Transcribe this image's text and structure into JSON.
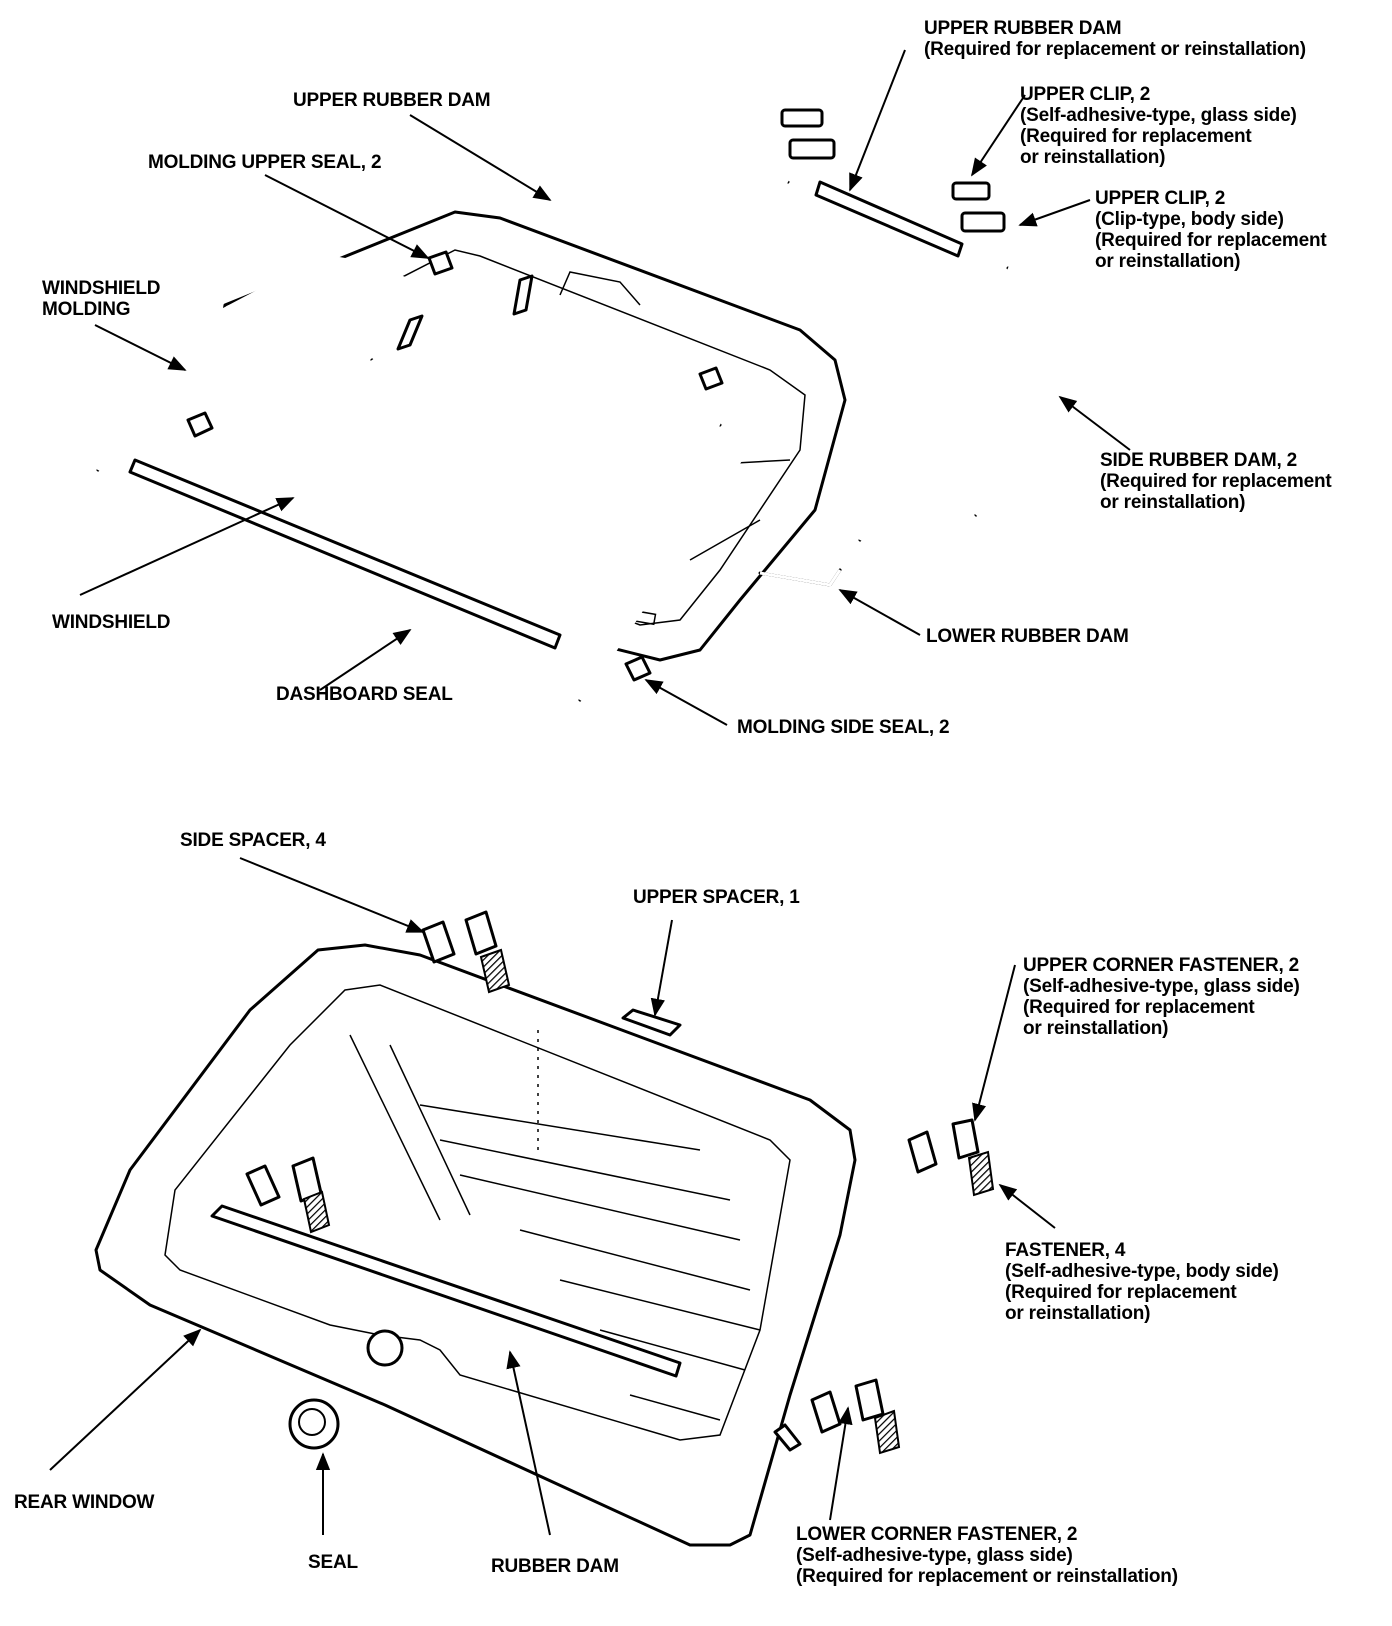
{
  "labels": {
    "upper_rubber_dam_top": [
      "UPPER RUBBER DAM",
      "(Required for replacement or reinstallation)"
    ],
    "upper_clip_glass": [
      "UPPER CLIP, 2",
      "(Self-adhesive-type, glass side)",
      "(Required for replacement",
      "or reinstallation)"
    ],
    "upper_clip_body": [
      "UPPER CLIP, 2",
      "(Clip-type, body side)",
      "(Required for replacement",
      "or reinstallation)"
    ],
    "upper_rubber_dam": [
      "UPPER RUBBER DAM"
    ],
    "molding_upper_seal": [
      "MOLDING UPPER SEAL, 2"
    ],
    "windshield_molding": [
      "WINDSHIELD",
      "MOLDING"
    ],
    "side_rubber_dam": [
      "SIDE RUBBER DAM, 2",
      "(Required for replacement",
      "or reinstallation)"
    ],
    "windshield": [
      "WINDSHIELD"
    ],
    "lower_rubber_dam": [
      "LOWER RUBBER DAM"
    ],
    "dashboard_seal": [
      "DASHBOARD SEAL"
    ],
    "molding_side_seal": [
      "MOLDING SIDE SEAL, 2"
    ],
    "side_spacer": [
      "SIDE SPACER, 4"
    ],
    "upper_spacer": [
      "UPPER SPACER, 1"
    ],
    "upper_corner_fastener": [
      "UPPER CORNER FASTENER, 2",
      "(Self-adhesive-type, glass side)",
      "(Required for replacement",
      "or reinstallation)"
    ],
    "fastener": [
      "FASTENER, 4",
      "(Self-adhesive-type, body side)",
      "(Required for replacement",
      "or reinstallation)"
    ],
    "rear_window": [
      "REAR WINDOW"
    ],
    "seal": [
      "SEAL"
    ],
    "rubber_dam": [
      "RUBBER DAM"
    ],
    "lower_corner_fastener": [
      "LOWER CORNER FASTENER, 2",
      "(Self-adhesive-type, glass side)",
      "(Required for replacement or reinstallation)"
    ]
  }
}
